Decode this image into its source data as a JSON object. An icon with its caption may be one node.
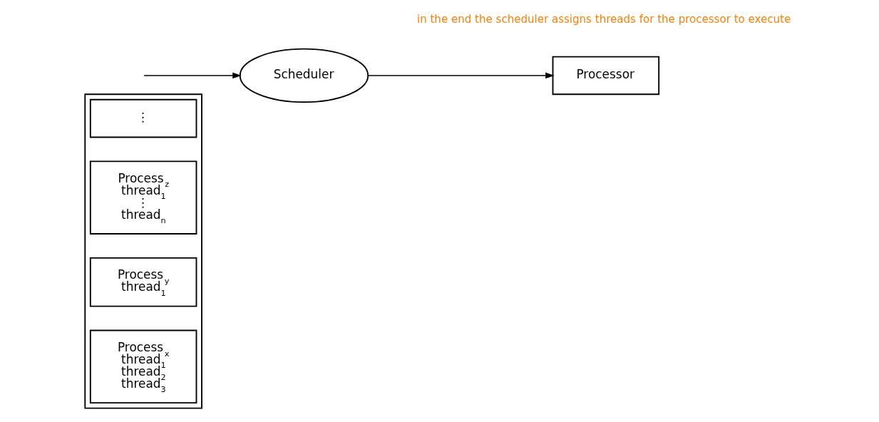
{
  "diagram": {
    "nodes": [
      {
        "text": [],
        "shape": "box"
      },
      {
        "text": [
          "⋮"
        ],
        "in": 0
      },
      {
        "text": [
          "Process$_{z}$",
          "thread$_{1}$",
          "⋮",
          "thread$_{n}$"
        ],
        "in": 0
      },
      {
        "text": [
          "Process$_{y}$",
          "thread$_{1}$"
        ],
        "in": 0
      },
      {
        "text": [
          "Process$_{x}$",
          "thread$_{1}$",
          "thread$_{2}$",
          "thread$_{3}$"
        ],
        "in": 0
      },
      {
        "text": [
          "Scheduler"
        ]
      },
      {
        "text": [
          "Processor"
        ]
      }
    ],
    "edges": [
      {
        "from": null,
        "to": 5,
        "arrow": "to"
      },
      {
        "from": 5,
        "to": 6,
        "arrow": "to"
      }
    ],
    "labels": [
      "in the end the scheduler assigns threads for the processor to execute"
    ]
  }
}
